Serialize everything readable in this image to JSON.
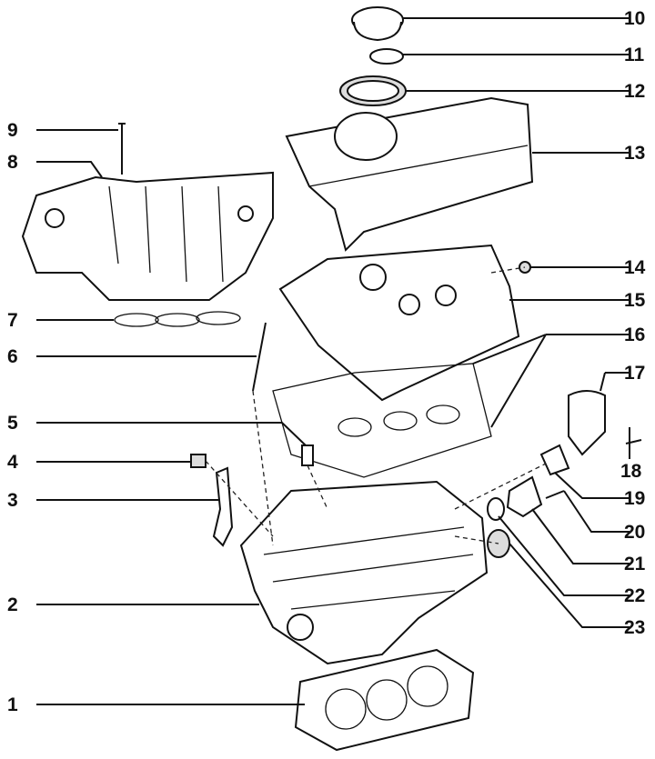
{
  "diagram": {
    "title": "Cylinder head exploded view",
    "callouts": [
      {
        "num": "1"
      },
      {
        "num": "2"
      },
      {
        "num": "3"
      },
      {
        "num": "4"
      },
      {
        "num": "5"
      },
      {
        "num": "6"
      },
      {
        "num": "7"
      },
      {
        "num": "8"
      },
      {
        "num": "9"
      },
      {
        "num": "10"
      },
      {
        "num": "11"
      },
      {
        "num": "12"
      },
      {
        "num": "13"
      },
      {
        "num": "14"
      },
      {
        "num": "15"
      },
      {
        "num": "16"
      },
      {
        "num": "17"
      },
      {
        "num": "18"
      },
      {
        "num": "19"
      },
      {
        "num": "20"
      },
      {
        "num": "21"
      },
      {
        "num": "22"
      },
      {
        "num": "23"
      }
    ]
  }
}
